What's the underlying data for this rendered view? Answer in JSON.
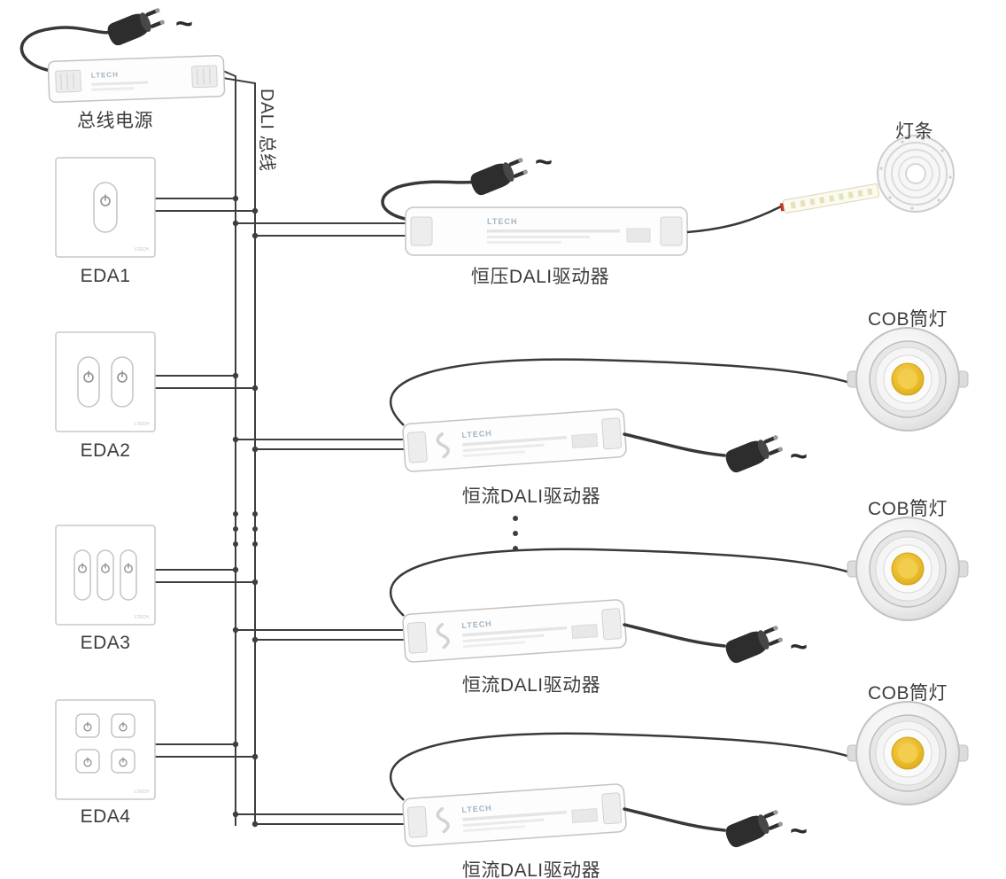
{
  "diagram": {
    "ac_symbol": "~",
    "brand": "LTECH",
    "dali_bus_label": "DALI 总线",
    "bus_power_label": "总线电源",
    "strip_label": "灯条",
    "cv_driver_label": "恒压DALI驱动器",
    "cc_driver_label": "恒流DALI驱动器",
    "downlight_label": "COB筒灯",
    "panels": [
      {
        "label": "EDA1"
      },
      {
        "label": "EDA2"
      },
      {
        "label": "EDA3"
      },
      {
        "label": "EDA4"
      }
    ]
  }
}
